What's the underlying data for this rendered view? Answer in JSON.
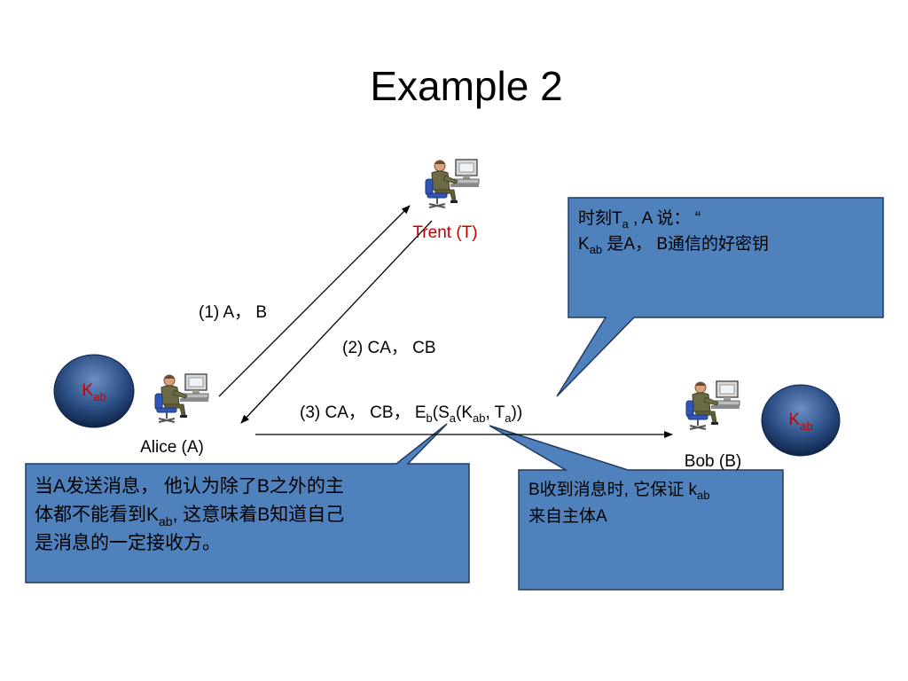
{
  "title": "Example 2",
  "colors": {
    "callout_fill": "#4f81bd",
    "callout_border": "#233a5e",
    "key_text": "#cc0000",
    "trent_label": "#c00000",
    "arrow": "#000000"
  },
  "icons": {
    "person": "person-at-computer-icon"
  },
  "actors": {
    "trent": "Trent (T)",
    "alice": "Alice (A)",
    "bob": "Bob (B)"
  },
  "keys": {
    "alice_key": {
      "main": "K",
      "sub": "ab"
    },
    "bob_key": {
      "main": "K",
      "sub": "ab"
    }
  },
  "messages": {
    "m1": "(1) A， B",
    "m2": "(2) CA， CB",
    "m3": {
      "prefix": "(3) CA， CB， E",
      "sub_b": "b",
      "p1": "(S",
      "sub_a": "a",
      "p2": "(K",
      "sub_ab": "ab",
      "p3": ", T",
      "sub_a2": "a",
      "p4": "))"
    }
  },
  "callouts": {
    "top_right": {
      "l1_a": "时刻T",
      "l1_sub": "a",
      "l1_b": " , A 说： “",
      "l2_a": "K",
      "l2_sub": "ab",
      "l2_b": " 是A， B通信的好密钥"
    },
    "bottom_left": {
      "l1": "当A发送消息， 他认为除了B之外的主",
      "l2_a": "体都不能看到K",
      "l2_sub": "ab",
      "l2_b": ", 这意味着B知道自己",
      "l3": "是消息的一定接收方。"
    },
    "bottom_right": {
      "l1_a": "B收到消息时, 它保证 k",
      "l1_sub": "ab",
      "l2": "来自主体A"
    }
  }
}
